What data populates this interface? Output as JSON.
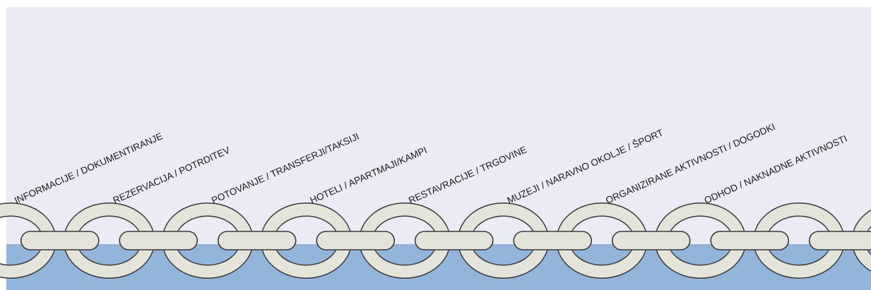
{
  "colors": {
    "sky": "#ebebf5",
    "sea": "#93b5db",
    "link_fill": "#e4e4da",
    "link_stroke": "#3a3a3a"
  },
  "labels": [
    "INFORMACIJE / DOKUMENTIRANJE",
    "REZERVACIJA / POTRDITEV",
    "POTOVANJE / TRANSFERJI/TAKSIJI",
    "HOTELI / APARTMAJI/KAMPI",
    "RESTAVRACIJE / TRGOVINE",
    "MUZEJI / NARAVNO OKOLJE / ŠPORT",
    "ORGANIZIRANE AKTIVNOSTI / DOGODKI",
    "ODHOD / NAKNADNE AKTIVNOSTI"
  ]
}
